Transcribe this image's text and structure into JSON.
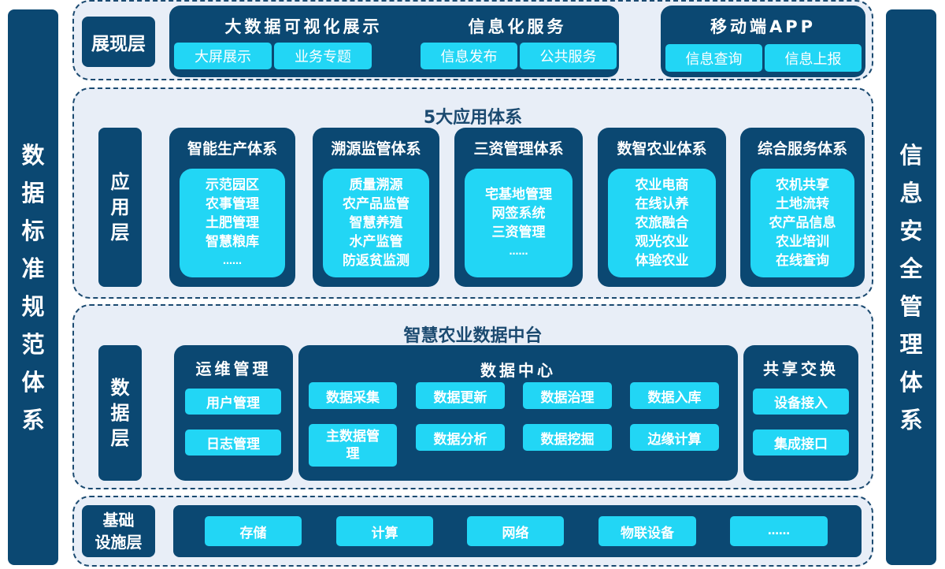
{
  "left_panel": {
    "title_chars": [
      "数",
      "据",
      "标",
      "准",
      "规",
      "范",
      "体",
      "系"
    ],
    "title": "数据标准规范体系"
  },
  "right_panel": {
    "title_chars": [
      "信",
      "息",
      "安",
      "全",
      "管",
      "理",
      "体",
      "系"
    ],
    "title": "信息安全管理体系"
  },
  "presentation_layer": {
    "label": "展现层",
    "groups": [
      {
        "title": "大数据可视化展示",
        "items": [
          "大屏展示",
          "业务专题"
        ]
      },
      {
        "title": "信息化服务",
        "items": [
          "信息发布",
          "公共服务"
        ]
      },
      {
        "title": "移动端APP",
        "items": [
          "信息查询",
          "信息上报"
        ]
      }
    ]
  },
  "application_layer": {
    "label_chars": [
      "应",
      "用",
      "层"
    ],
    "label": "应用层",
    "section_title": "5大应用体系",
    "systems": [
      {
        "title": "智能生产体系",
        "items": [
          "示范园区",
          "农事管理",
          "土肥管理",
          "智慧粮库",
          "……"
        ]
      },
      {
        "title": "溯源监管体系",
        "items": [
          "质量溯源",
          "农产品监管",
          "智慧养殖",
          "水产监管",
          "防返贫监测"
        ]
      },
      {
        "title": "三资管理体系",
        "items": [
          "宅基地管理",
          "网签系统",
          "三资管理",
          "……"
        ]
      },
      {
        "title": "数智农业体系",
        "items": [
          "农业电商",
          "在线认养",
          "农旅融合",
          "观光农业",
          "体验农业"
        ]
      },
      {
        "title": "综合服务体系",
        "items": [
          "农机共享",
          "土地流转",
          "农产品信息",
          "农业培训",
          "在线查询"
        ]
      }
    ]
  },
  "data_layer": {
    "label_chars": [
      "数",
      "据",
      "层"
    ],
    "label": "数据层",
    "section_title": "智慧农业数据中台",
    "ops": {
      "title": "运维管理",
      "items": [
        "用户管理",
        "日志管理"
      ]
    },
    "data_center": {
      "title": "数据中心",
      "items": [
        "数据采集",
        "数据更新",
        "数据治理",
        "数据入库",
        "主数据管理",
        "数据分析",
        "数据挖掘",
        "边缘计算"
      ]
    },
    "exchange": {
      "title": "共享交换",
      "items": [
        "设备接入",
        "集成接口"
      ]
    }
  },
  "infrastructure_layer": {
    "label_line1": "基础",
    "label_line2": "设施层",
    "items": [
      "存储",
      "计算",
      "网络",
      "物联设备",
      "……"
    ]
  },
  "colors": {
    "dark_blue": "#0b4872",
    "cyan": "#22d6f5",
    "band_bg": "#e8eef7",
    "dash_border": "#1b4a70"
  }
}
